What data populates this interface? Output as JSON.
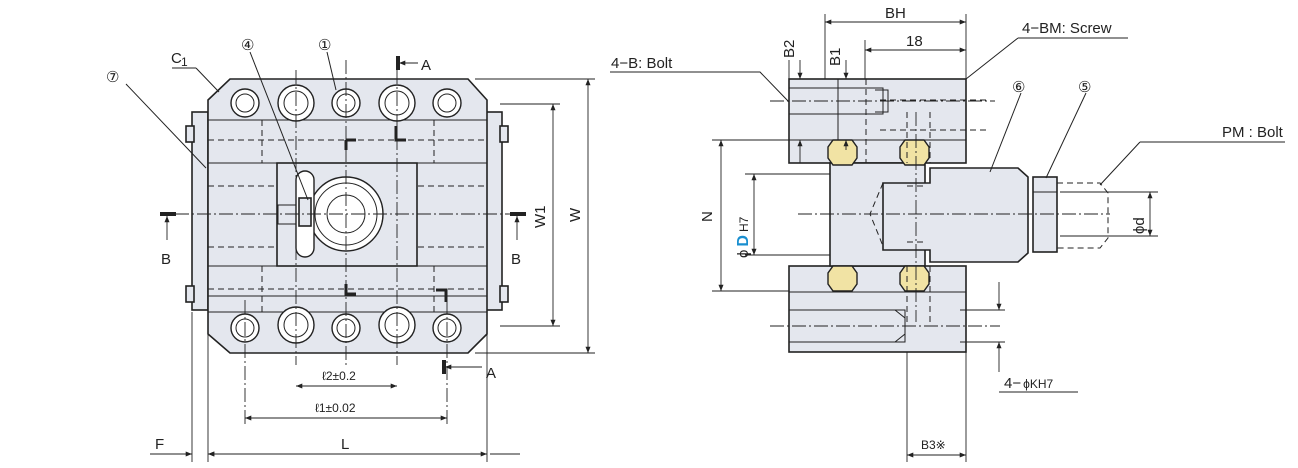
{
  "front_view": {
    "c1": "C",
    "c1_sub": "1",
    "part_markers": [
      "④",
      "①",
      "⑦"
    ],
    "section_a": "A",
    "section_b": "B",
    "w1": "W1",
    "w": "W",
    "l2": "ℓ2±0.2",
    "l1": "ℓ1±0.02",
    "f": "F",
    "l": "L"
  },
  "side_view": {
    "b2": "B2",
    "b1": "B1",
    "bh": "BH",
    "dim18": "18",
    "bolt_b": "4−B: Bolt",
    "screw_bm": "4−BM: Screw",
    "part_markers": [
      "⑥",
      "⑤"
    ],
    "pm_bolt": "PM : Bolt",
    "n": "N",
    "d_prefix": "ϕ",
    "d_letter": "D",
    "d_tol": "H7",
    "small_d": "ϕd",
    "k_prefix": "4−",
    "k_text": "ϕKH7",
    "b3": "B3※"
  },
  "colors": {
    "body": "#e4e7ee",
    "seal": "#f1e3a4",
    "highlight": "#1a8fd0",
    "line": "#222222"
  }
}
